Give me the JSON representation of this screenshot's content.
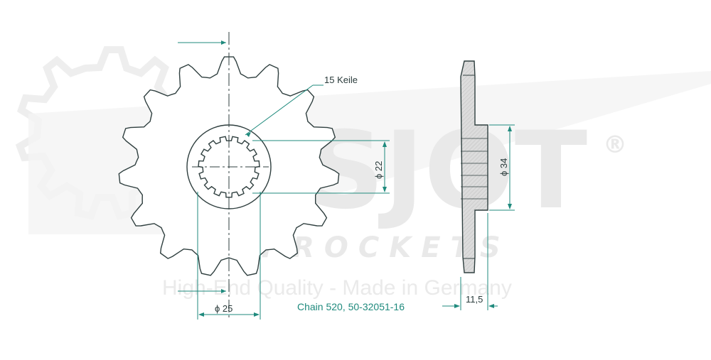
{
  "watermark": {
    "brand": "ESJOT",
    "registered": "®",
    "sub": "SPROCKETS",
    "tagline": "High-End Quality - Made in Germany"
  },
  "annotations": {
    "splines": "15 Keile",
    "inner_diameter": "ϕ 22",
    "hub_diameter": "ϕ 34",
    "outer_hub_diameter": "ϕ 25",
    "thickness": "11,5"
  },
  "caption": "Chain 520, 50-32051-16",
  "colors": {
    "line": "#2f3f3f",
    "dimension": "#1f8a7d",
    "hatch_fill": "#d9d9d9",
    "watermark": "#ebebeb"
  }
}
